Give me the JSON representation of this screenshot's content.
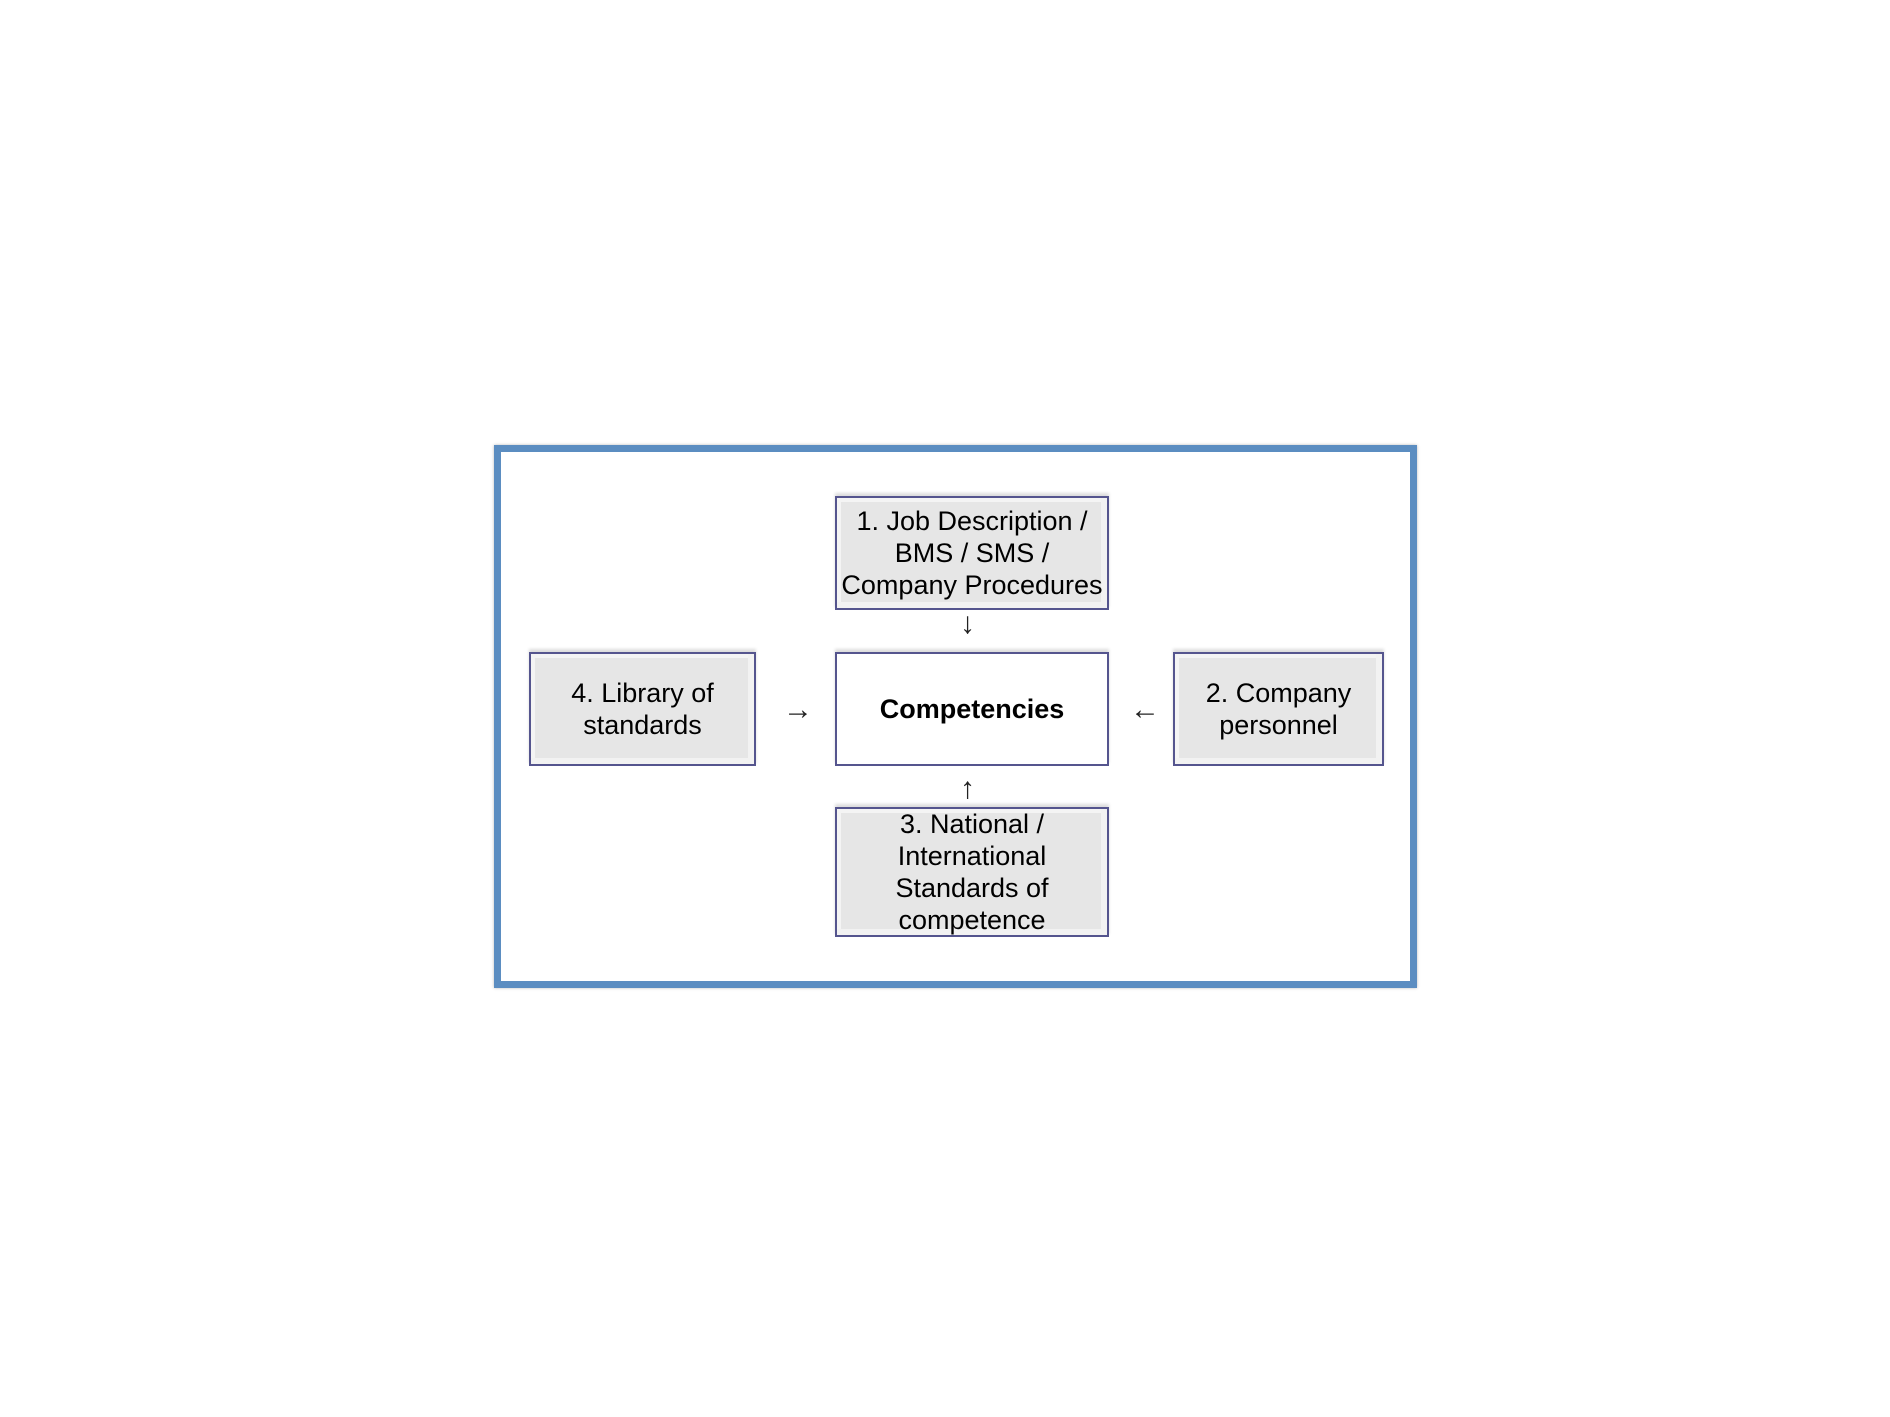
{
  "diagram": {
    "center": "Competencies",
    "box1": "1. Job Description /\nBMS  / SMS /\nCompany Procedures",
    "box2": "2. Company\npersonnel",
    "box3": "3. National /\nInternational\nStandards of\ncompetence",
    "box4": "4. Library of\nstandards",
    "arrows": {
      "down": "↓",
      "right": "→",
      "left": "←",
      "up": "↑"
    },
    "colors": {
      "frame": "#5b8dc1",
      "box_fill": "#e6e6e6",
      "box_border": "#55558e"
    }
  }
}
